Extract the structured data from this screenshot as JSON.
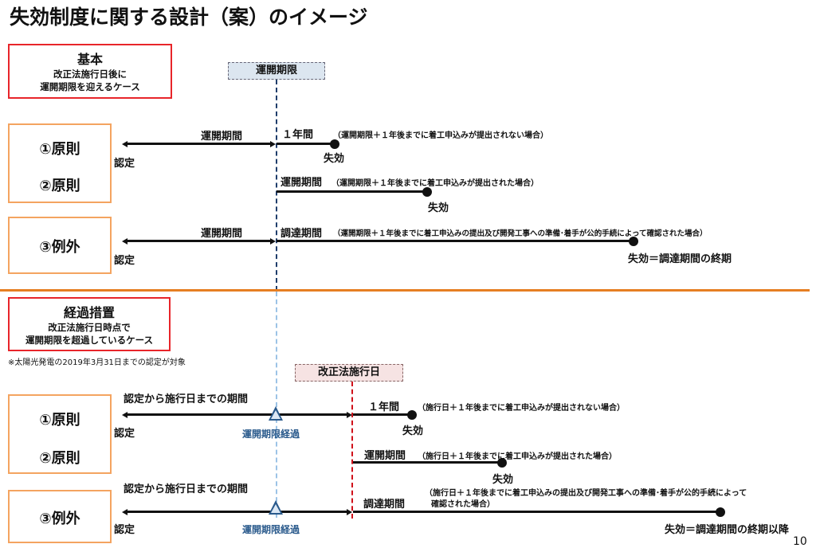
{
  "title": "失効制度に関する設計（案）のイメージ",
  "basic": {
    "heading": "基本",
    "sub1": "改正法施行日後に",
    "sub2": "運開期限を迎えるケース"
  },
  "deadline_label": "運開期限",
  "cases": {
    "c1": "①原則",
    "c2": "②原則",
    "c3": "③例外"
  },
  "rows": {
    "r1": {
      "left_label": "運開期間",
      "start": "認定",
      "period": "１年間",
      "note": "（運開期限＋１年後までに着工申込みが提出されない場合）",
      "end": "失効"
    },
    "r2": {
      "period": "運開期間",
      "note": "（運開期限＋１年後までに着工申込みが提出された場合）",
      "end": "失効"
    },
    "r3": {
      "left_label": "運開期間",
      "start": "認定",
      "period": "調達期間",
      "note": "（運開期限＋１年後までに着工申込みの提出及び開発工事への準備･着手が公的手続によって確認された場合）",
      "end": "失効＝調達期間の終期"
    }
  },
  "transition": {
    "heading": "経過措置",
    "sub1": "改正法施行日時点で",
    "sub2": "運開期限を超過しているケース",
    "footnote": "※太陽光発電の2019年3月31日までの認定が対象"
  },
  "enforcement_label": "改正法施行日",
  "trows": {
    "r4": {
      "left_label": "認定から施行日までの期間",
      "start": "認定",
      "marker": "運開期限経過",
      "period": "１年間",
      "note": "（施行日＋１年後までに着工申込みが提出されない場合）",
      "end": "失効"
    },
    "r5": {
      "period": "運開期間",
      "note": "（施行日＋１年後までに着工申込みが提出された場合）",
      "end": "失効"
    },
    "r6": {
      "left_label": "認定から施行日までの期間",
      "start": "認定",
      "marker": "運開期限経過",
      "period": "調達期間",
      "note1": "（施行日＋１年後までに着工申込みの提出及び開発工事への準備･着手が公的手続によって",
      "note2": "確認された場合）",
      "end": "失効＝調達期間の終期以降"
    }
  },
  "page_number": "10",
  "colors": {
    "red": "#e8252a",
    "orange": "#f4a460",
    "divider": "#e67e22",
    "navy": "#1f3d6b",
    "lightblue": "#9cc3e6"
  }
}
